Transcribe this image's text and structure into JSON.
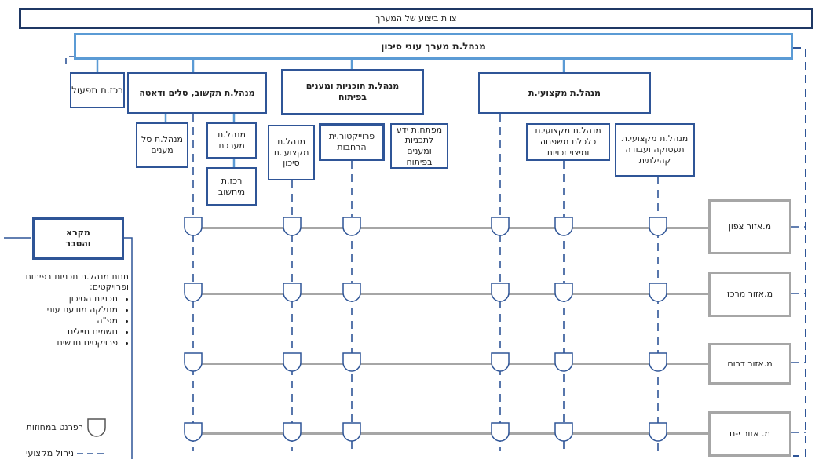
{
  "top_banner": "צוות ביצוע של המערך",
  "head": "מנהל.ת מערך עוני סיכון",
  "row1": {
    "rakazut": "רכז.ת תפעול",
    "tikshuv": "מנהל.ת תקשוב, סלים ודאטה",
    "tochniot": "מנהל.ת תוכניות ומענים בפיתוח",
    "miktzoiut": "מנהל.ת מקצועי.ת"
  },
  "row2": {
    "sal": "מנהל.ת סל מענים",
    "maarechet": "מנהל.ת מערכת",
    "mikhshuv": "רכז.ת מיחשוב",
    "mikzoit_sikun": "מנהל.ת מקצועי.ת סיכון",
    "projector": "פרוייקטור.ית הרחבות",
    "mefateach": "מפתח.ת ידע לתכניות ומענים בפיתוח",
    "kalkala": "מנהל.ת מקצועי.ת כלכלת משפחה ומיצוי זכויות",
    "taasuka": "מנהל.ת מקצועי.ת תעסוקה ועבודה קהילתית"
  },
  "regions": [
    {
      "label": "מ.אזור צפון"
    },
    {
      "label": "מ.אזור מרכז"
    },
    {
      "label": "מ.אזור דרום"
    },
    {
      "label": "מ. אזור י-ם"
    }
  ],
  "legend": {
    "title": "מקרא והסבר",
    "intro": "תחת מנהל.ת תכניות בפיתוח ופרויקטים:",
    "items": [
      "תכניות הסיכון",
      "מחלקה מודעת עוני",
      "מפ\"ה",
      "נושמים חיילים",
      "פרויקטים חדשים"
    ],
    "referent": "רפרנט במחוזות",
    "professional": "ניהול מקצועי"
  }
}
